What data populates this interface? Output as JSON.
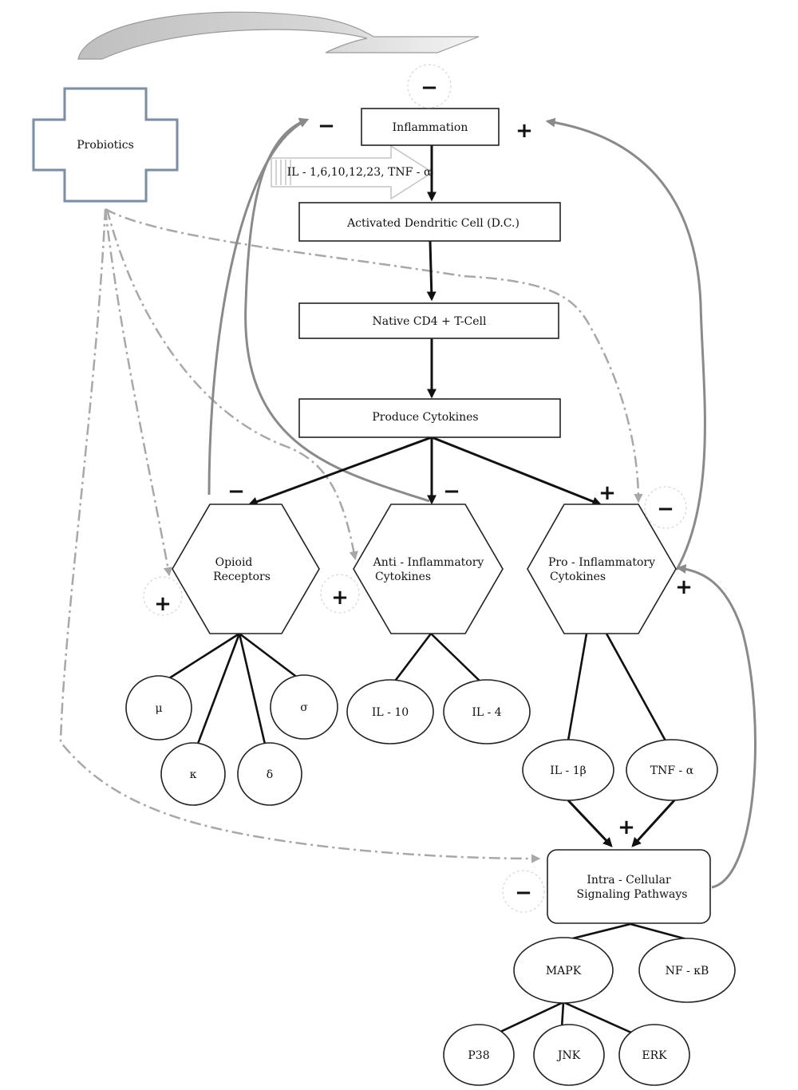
{
  "nodes": {
    "probiotics": "Probiotics",
    "inflammation": "Inflammation",
    "interleukins": "IL - 1,6,10,12,23, TNF - α",
    "dendritic": "Activated Dendritic Cell (D.C.)",
    "cd4": "Native CD4 + T-Cell",
    "cytokines": "Produce Cytokines",
    "opioid": [
      "Opioid",
      "Receptors"
    ],
    "anti": [
      "Anti - Inflammatory",
      "Cytokines"
    ],
    "pro": [
      "Pro - Inflammatory",
      "Cytokines"
    ],
    "mu": "μ",
    "kappa": "κ",
    "delta": "δ",
    "sigma": "σ",
    "il10": "IL - 10",
    "il4": "IL - 4",
    "il1b": "IL - 1β",
    "tnfa": "TNF - α",
    "signaling": [
      "Intra - Cellular",
      "Signaling Pathways"
    ],
    "mapk": "MAPK",
    "nfkb": "NF - κB",
    "p38": "P38",
    "jnk": "JNK",
    "erk": "ERK"
  },
  "signs": {
    "plus": "+",
    "minus": "−"
  }
}
